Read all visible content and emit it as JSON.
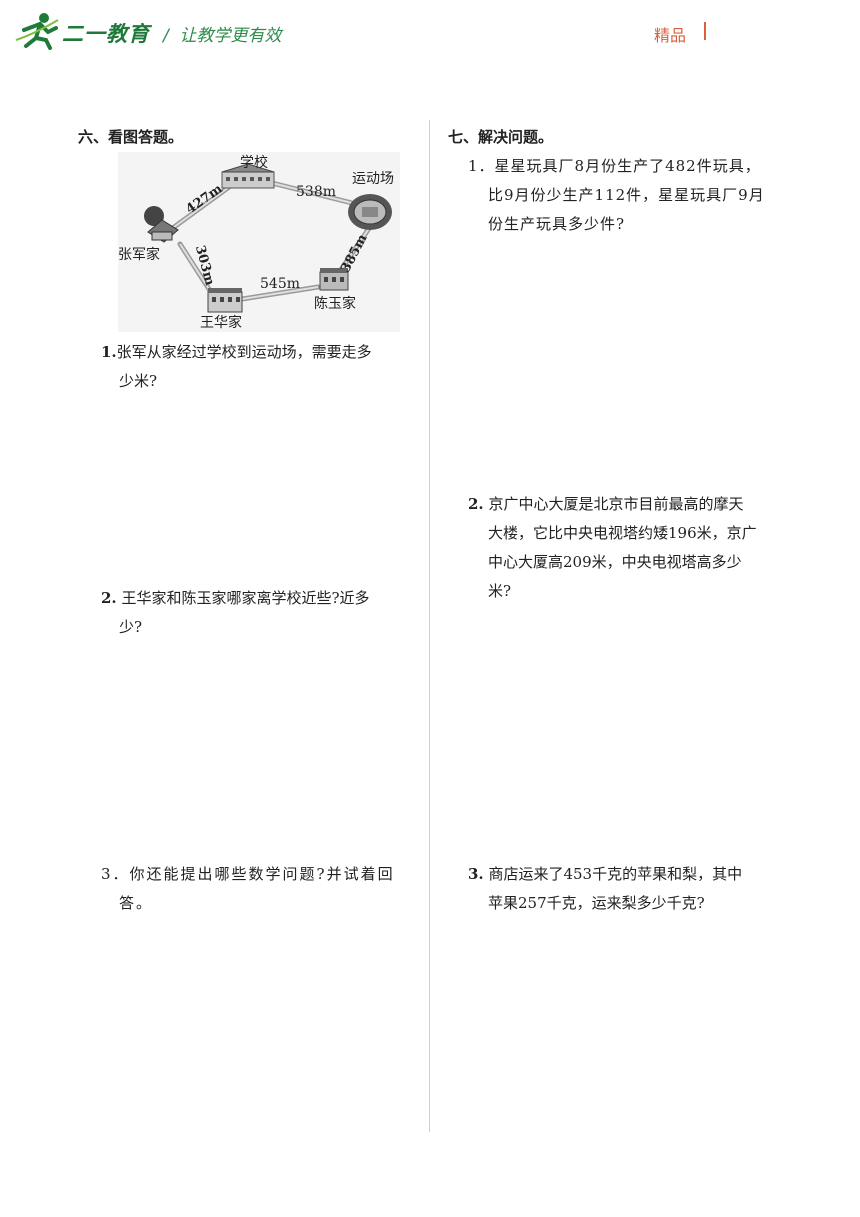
{
  "header": {
    "logo_text": "二一教育",
    "slogan": "让教学更有效",
    "slash": "/",
    "badge": "精品"
  },
  "left": {
    "section_title": "六、看图答题。",
    "map": {
      "school": "学校",
      "stadium": "运动场",
      "zhangjun_home": "张军家",
      "wanghua_home": "王华家",
      "chenyu_home": "陈玉家",
      "dist_zhang_school": "427m",
      "dist_school_stadium": "538m",
      "dist_zhang_wang": "303m",
      "dist_wang_chen": "545m",
      "dist_chen_stadium": "385m"
    },
    "q1_num": "1.",
    "q1_line1": "张军从家经过学校到运动场，需要走多",
    "q1_line2": "少米?",
    "q2_num": "2.",
    "q2_line1": "王华家和陈玉家哪家离学校近些?近多",
    "q2_line2": "少?",
    "q3_num": "3．",
    "q3_line1": "你还能提出哪些数学问题?并试着回",
    "q3_line2": "答。"
  },
  "right": {
    "section_title": "七、解决问题。",
    "q1_num": "1．",
    "q1_line1": "星星玩具厂8月份生产了482件玩具，",
    "q1_line2": "比9月份少生产112件，星星玩具厂9月",
    "q1_line3": "份生产玩具多少件?",
    "q2_num": "2.",
    "q2_line1": "京广中心大厦是北京市目前最高的摩天",
    "q2_line2": "大楼，它比中央电视塔约矮196米，京广",
    "q2_line3": "中心大厦高209米，中央电视塔高多少",
    "q2_line4": "米?",
    "q3_num": "3.",
    "q3_line1": "商店运来了453千克的苹果和梨，其中",
    "q3_line2": "苹果257千克，运来梨多少千克?"
  }
}
